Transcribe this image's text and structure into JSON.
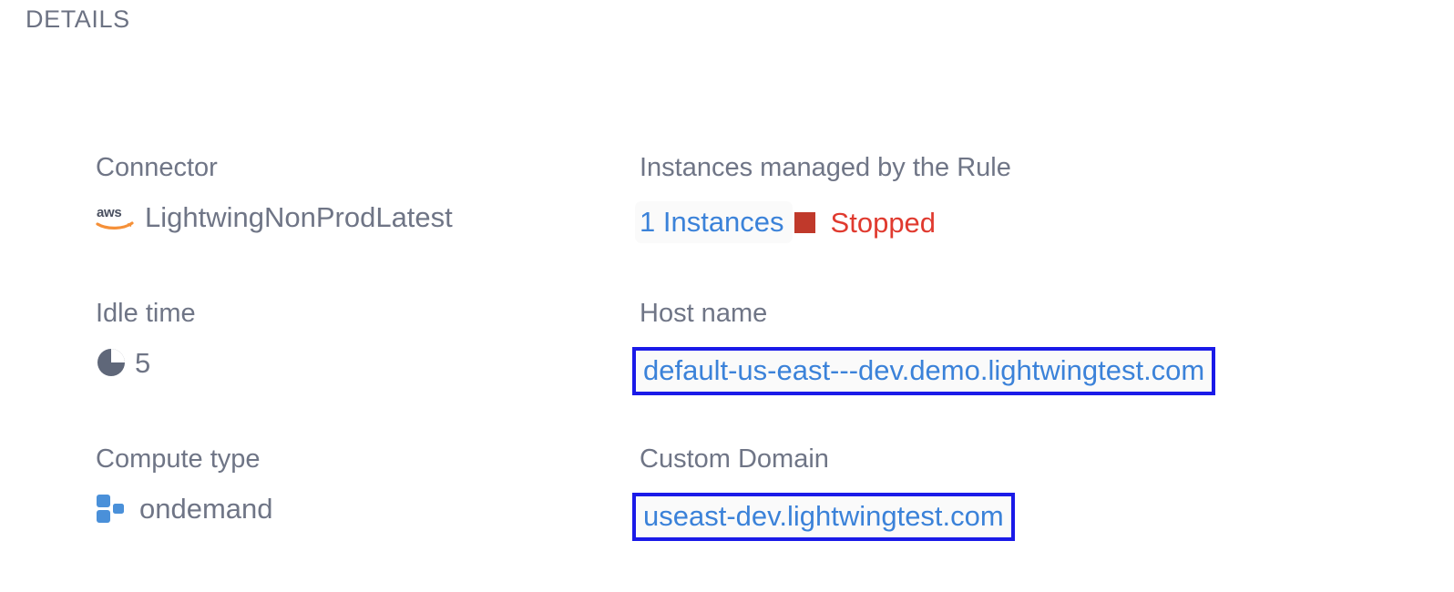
{
  "section": {
    "title": "DETAILS"
  },
  "fields": {
    "connector": {
      "label": "Connector",
      "value": "LightwingNonProdLatest",
      "icon": "aws-logo-icon"
    },
    "instances": {
      "label": "Instances managed by the Rule",
      "count_label": "1 Instances",
      "status": "Stopped",
      "status_color": "#e03a2f",
      "status_swatch_color": "#c0392b",
      "link_color": "#3b82d9"
    },
    "idle_time": {
      "label": "Idle time",
      "value": "5",
      "icon": "clock-icon"
    },
    "host_name": {
      "label": "Host name",
      "value": "default-us-east---dev.demo.lightwingtest.com",
      "highlight_border_color": "#1a1ae8"
    },
    "compute_type": {
      "label": "Compute type",
      "value": "ondemand",
      "icon": "compute-blocks-icon"
    },
    "custom_domain": {
      "label": "Custom Domain",
      "value": "useast-dev.lightwingtest.com",
      "highlight_border_color": "#1a1ae8"
    }
  },
  "colors": {
    "label_text": "#6f7586",
    "value_text": "#6f7586",
    "link_blue": "#3b82d9",
    "highlight_blue": "#1a1ae8",
    "aws_orange": "#f59038",
    "aws_dark": "#4a5060",
    "block_blue": "#4a90d9",
    "background": "#ffffff"
  }
}
